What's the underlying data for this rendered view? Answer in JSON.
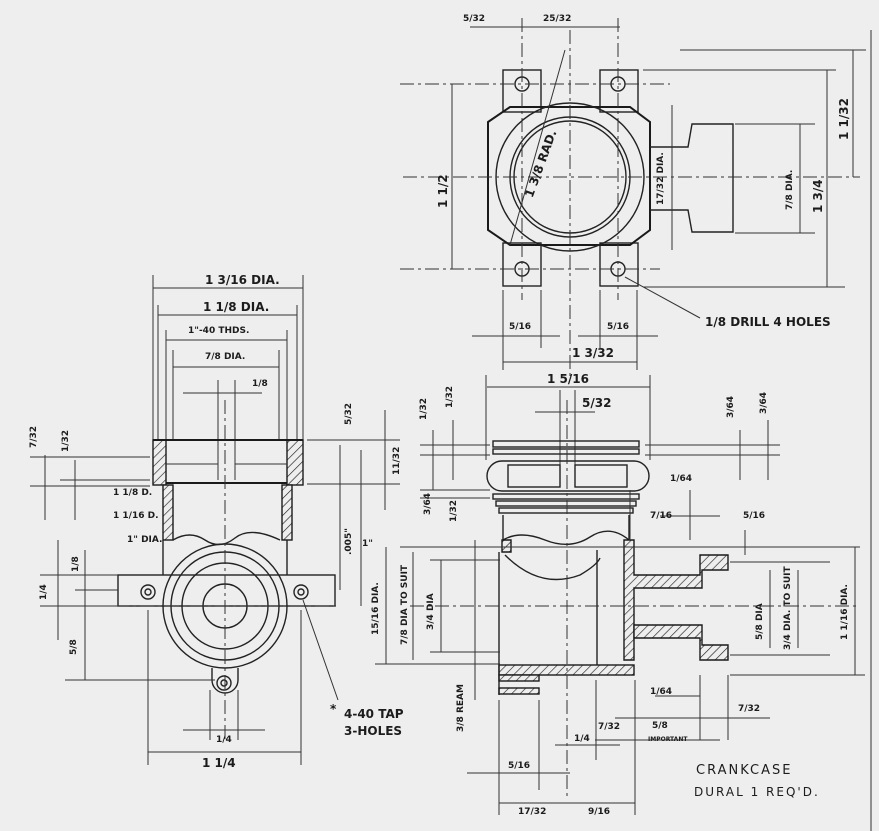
{
  "title": {
    "part": "CRANKCASE",
    "spec": "DURAL 1 REQ'D."
  },
  "top_view": {
    "dims": {
      "d_5_32": "5/32",
      "d_25_32": "25/32",
      "radius": "1 3/8 RAD.",
      "height_left": "1 1/2",
      "port_dia": "17/32 DIA.",
      "boss_dia": "7/8 DIA.",
      "h_1_3_4": "1 3/4",
      "h_1_1_32": "1 1/32",
      "lug_left": "5/16",
      "lug_right": "5/16",
      "lug_span": "1 3/32",
      "overall_width": "1 5/16"
    },
    "note_drill": "1/8 DRILL 4 HOLES"
  },
  "front_view": {
    "dims": {
      "outer_dia": "1 3/16 DIA.",
      "mid_dia": "1 1/8 DIA.",
      "thread": "1\"-40 THDS.",
      "bore_dia": "7/8 DIA.",
      "slot": "1/8",
      "h_7_32": "7/32",
      "h_1_32": "1/32",
      "fin_1_1_8": "1 1/8 D.",
      "fin_1_1_16": "1 1/16 D.",
      "base_dia": "1\" DIA.",
      "h_5_32": "5/32",
      "h_11_32": "11/32",
      "tol": ".005\"",
      "h_1in": "1\"",
      "h_1_8": "1/8",
      "h_1_4": "1/4",
      "h_5_8": "5/8",
      "lug_w": "1/4",
      "width": "1 1/4"
    },
    "note_tap": "4-40 TAP",
    "note_holes": "3-HOLES",
    "note_star": "*"
  },
  "section_view": {
    "dims": {
      "slot": "5/32",
      "t_1_32_a": "1/32",
      "t_1_32_b": "1/32",
      "t_3_64_a": "3/64",
      "t_1_32_c": "1/32",
      "r_3_64_a": "3/64",
      "r_3_64_b": "3/64",
      "gap_1_64_a": "1/64",
      "w_7_16": "7/16",
      "w_5_16": "5/16",
      "dia_15_16": "15/16 DIA.",
      "dia_7_8": "7/8 DIA TO SUIT",
      "dia_3_4": "3/4 DIA",
      "ream": "3/8 REAM",
      "dia_5_8": "5/8 DIA",
      "dia_3_4_suit": "3/4 DIA. TO SUIT",
      "dia_1_1_16": "1 1/16 DIA.",
      "gap_1_64_b": "1/64",
      "w_7_32_a": "7/32",
      "w_5_8": "5/8",
      "important": "IMPORTANT",
      "w_7_32_b": "7/32",
      "w_1_4": "1/4",
      "w_5_16_b": "5/16",
      "w_17_32": "17/32",
      "w_9_16": "9/16"
    }
  }
}
